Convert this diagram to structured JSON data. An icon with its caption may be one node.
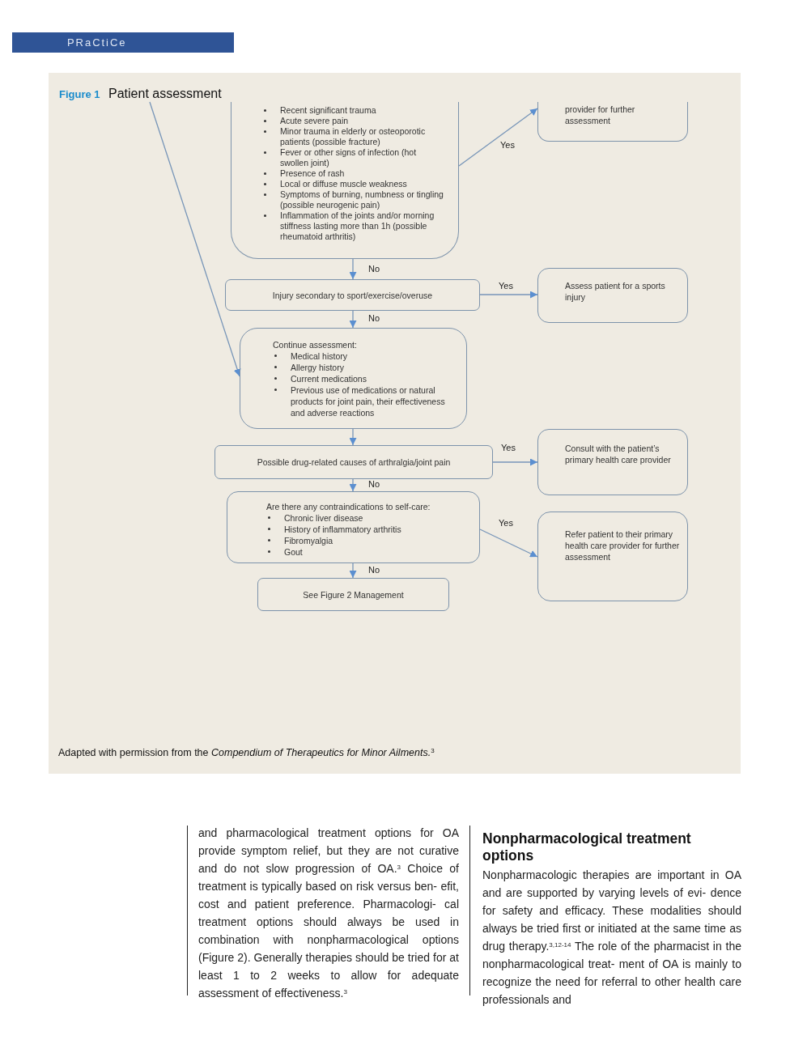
{
  "diagram": {
    "title": "**Figure 1** Patient assessment",
    "caption": "Adapted with permission from the *Compendium of Therapeutics for Minor Ailments.*$^{3}$",
    "nodes": [
      {
        "text": [
          "Recent significant trauma",
          "Acute severe pain",
          "Minor trauma in elderly or osteoporotic patients (possible fracture)",
          "Fever or other signs of infection (hot swollen joint)",
          "Presence of rash",
          "Local or diffuse muscle weakness",
          "Symptoms of burning, numbness or tingling (possible neurogenic pain)",
          "Inflammation of the joints and/or morning stiffness lasting more than 1h (possible rheumatoid arthritis)"
        ]
      },
      {
        "text": [
          "provider for further assessment"
        ]
      },
      {
        "text": [
          "Injury secondary to sport/exercise/overuse"
        ]
      },
      {
        "text": [
          "Assess patient for a sports injury"
        ]
      },
      {
        "text": [
          "Continue assessment:",
          "Medical history",
          "Allergy history",
          "Current medications",
          "Previous use of medications or natural products for joint pain, their effectiveness and adverse reactions"
        ]
      },
      {
        "text": [
          "Possible drug-related causes of arthralgia/joint pain"
        ]
      },
      {
        "text": [
          "Consult with the patient’s primary health care provider"
        ]
      },
      {
        "text": [
          "Are there any contraindications to self-care:",
          "Chronic liver disease",
          "History of inflammatory arthritis",
          "Fibromyalgia",
          "Gout"
        ]
      },
      {
        "text": [
          "Refer patient to their primary health care provider for further assessment"
        ]
      },
      {
        "text": [
          "See Figure 2 Management"
        ]
      }
    ],
    "edges": [
      {
        "from": 0,
        "to": 1,
        "arrow": "to",
        "label": "Yes"
      },
      {
        "from": 0,
        "to": 2,
        "arrow": "to",
        "label": "No"
      },
      {
        "from": 2,
        "to": 3,
        "arrow": "to",
        "label": "Yes"
      },
      {
        "from": 2,
        "to": 4,
        "arrow": "to",
        "label": "No"
      },
      {
        "from": null,
        "to": 4,
        "arrow": "to"
      },
      {
        "from": 4,
        "to": 5,
        "arrow": "to"
      },
      {
        "from": 5,
        "to": 6,
        "arrow": "to",
        "label": "Yes"
      },
      {
        "from": 5,
        "to": 7,
        "arrow": "to",
        "label": "No"
      },
      {
        "from": 7,
        "to": 8,
        "arrow": "to",
        "label": "Yes"
      },
      {
        "from": 7,
        "to": 9,
        "arrow": "to",
        "label": "No"
      }
    ],
    "labels": [
      "PRaCtiCe",
      "and pharmacological treatment options for OA provide symptom relief, but they are not curative and do not slow progression of OA.$^{3}$ Choice of treatment is typically based on risk versus ben- efit, cost and patient preference. Pharmacologi- cal treatment options should always be used in combination with nonpharmacological options (Figure 2). Generally therapies should be tried for at least 1 to 2 weeks to allow for adequate assessment of effectiveness.$^{3}$",
      "Nonpharmacological treatment options",
      "Nonpharmacologic therapies are important in OA and are supported by varying levels of evi- dence for safety and efficacy. These modalities should always be tried first or initiated at the same time as drug therapy.$^{3,12-14}$ The role of the pharmacist in the nonpharmacological treat- ment of OA is mainly to recognize the need for referral to other health care professionals and"
    ]
  }
}
